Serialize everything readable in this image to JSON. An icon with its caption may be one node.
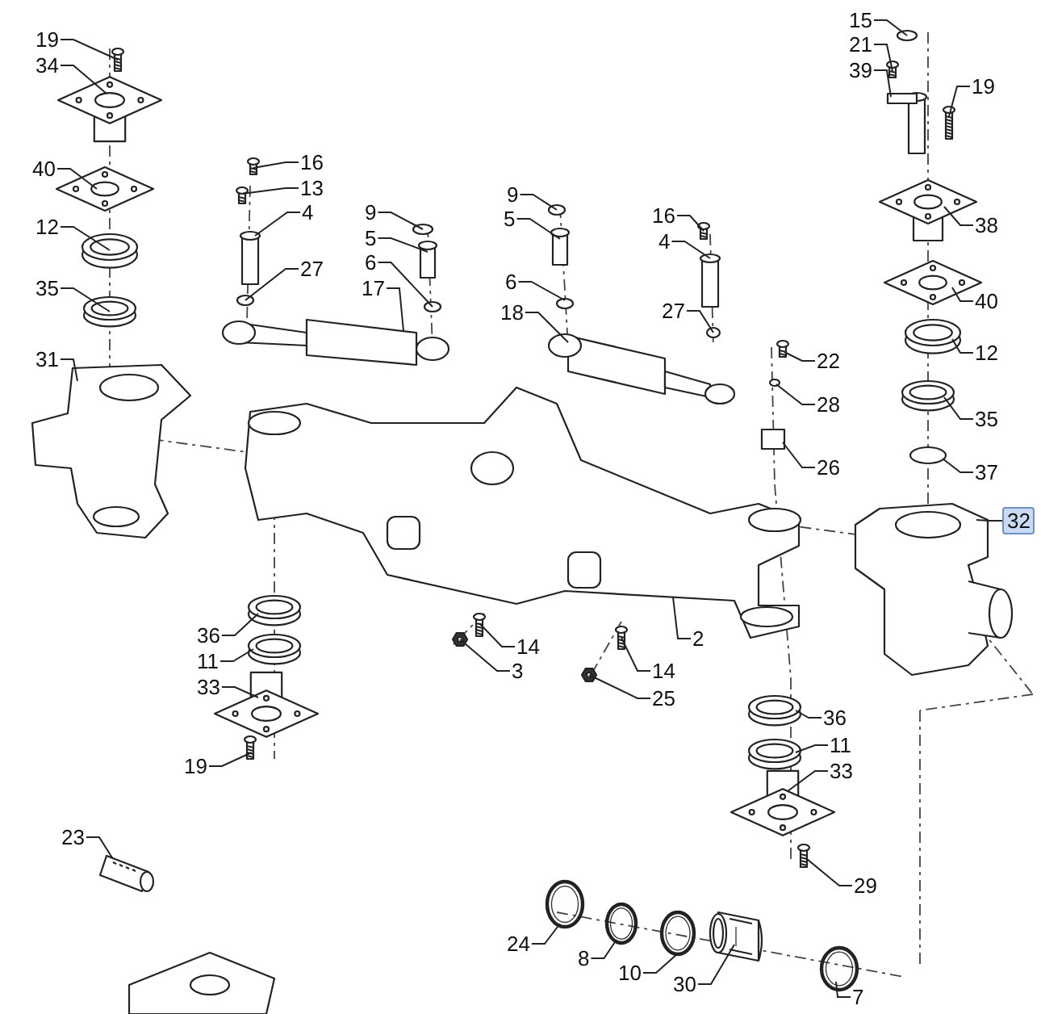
{
  "diagram": {
    "nodes": [
      {
        "text": [
          "19"
        ]
      },
      {
        "text": [
          "34"
        ]
      },
      {
        "text": [
          "40"
        ]
      },
      {
        "text": [
          "12"
        ]
      },
      {
        "text": [
          "35"
        ]
      },
      {
        "text": [
          "31"
        ]
      },
      {
        "text": [
          "16"
        ]
      },
      {
        "text": [
          "13"
        ]
      },
      {
        "text": [
          "4"
        ]
      },
      {
        "text": [
          "27"
        ]
      },
      {
        "text": [
          "9"
        ]
      },
      {
        "text": [
          "5"
        ]
      },
      {
        "text": [
          "6"
        ]
      },
      {
        "text": [
          "17"
        ]
      },
      {
        "text": [
          "9"
        ]
      },
      {
        "text": [
          "5"
        ]
      },
      {
        "text": [
          "6"
        ]
      },
      {
        "text": [
          "18"
        ]
      },
      {
        "text": [
          "16"
        ]
      },
      {
        "text": [
          "4"
        ]
      },
      {
        "text": [
          "27"
        ]
      },
      {
        "text": [
          "15"
        ]
      },
      {
        "text": [
          "21"
        ]
      },
      {
        "text": [
          "39"
        ]
      },
      {
        "text": [
          "19"
        ]
      },
      {
        "text": [
          "38"
        ]
      },
      {
        "text": [
          "40"
        ]
      },
      {
        "text": [
          "12"
        ]
      },
      {
        "text": [
          "22"
        ]
      },
      {
        "text": [
          "28"
        ]
      },
      {
        "text": [
          "35"
        ]
      },
      {
        "text": [
          "26"
        ]
      },
      {
        "text": [
          "37"
        ]
      },
      {
        "text": [
          "32"
        ]
      },
      {
        "text": [
          "2"
        ]
      },
      {
        "text": [
          "14"
        ]
      },
      {
        "text": [
          "3"
        ]
      },
      {
        "text": [
          "14"
        ]
      },
      {
        "text": [
          "25"
        ]
      },
      {
        "text": [
          "36"
        ]
      },
      {
        "text": [
          "11"
        ]
      },
      {
        "text": [
          "33"
        ]
      },
      {
        "text": [
          "19"
        ]
      },
      {
        "text": [
          "23"
        ]
      },
      {
        "text": [
          "36"
        ]
      },
      {
        "text": [
          "11"
        ]
      },
      {
        "text": [
          "33"
        ]
      },
      {
        "text": [
          "29"
        ]
      },
      {
        "text": [
          "24"
        ]
      },
      {
        "text": [
          "8"
        ]
      },
      {
        "text": [
          "10"
        ]
      },
      {
        "text": [
          "30"
        ]
      },
      {
        "text": [
          "7"
        ]
      },
      {
        "text": [],
        "shape": "picture"
      },
      {
        "text": [],
        "shape": "picture"
      },
      {
        "text": [],
        "shape": "picture"
      },
      {
        "text": [],
        "shape": "ring"
      },
      {
        "text": [],
        "shape": "ring"
      },
      {
        "text": [],
        "shape": "picture"
      },
      {
        "text": [],
        "shape": "picture"
      },
      {
        "text": [],
        "shape": "picture"
      },
      {
        "text": [],
        "shape": "cylinder"
      },
      {
        "text": [],
        "shape": "circle"
      },
      {
        "text": [],
        "shape": "circle"
      },
      {
        "text": [],
        "shape": "cylinder"
      },
      {
        "text": [],
        "shape": "circle"
      },
      {
        "text": [],
        "shape": "picture"
      },
      {
        "text": [],
        "shape": "circle"
      },
      {
        "text": [],
        "shape": "cylinder"
      },
      {
        "text": [],
        "shape": "circle"
      },
      {
        "text": [],
        "shape": "picture"
      },
      {
        "text": [],
        "shape": "picture"
      },
      {
        "text": [],
        "shape": "cylinder"
      },
      {
        "text": [],
        "shape": "circle"
      },
      {
        "text": [],
        "shape": "circle"
      },
      {
        "text": [],
        "shape": "picture"
      },
      {
        "text": [],
        "shape": "picture"
      },
      {
        "text": [],
        "shape": "picture"
      },
      {
        "text": [],
        "shape": "picture"
      },
      {
        "text": [],
        "shape": "picture"
      },
      {
        "text": [],
        "shape": "ring"
      },
      {
        "text": [],
        "shape": "picture"
      },
      {
        "text": [],
        "shape": "circle"
      },
      {
        "text": [],
        "shape": "ring"
      },
      {
        "text": [],
        "shape": "box"
      },
      {
        "text": [],
        "shape": "circle"
      },
      {
        "text": [],
        "shape": "picture"
      },
      {
        "text": [],
        "shape": "picture"
      },
      {
        "text": [],
        "shape": "picture"
      },
      {
        "text": [],
        "shape": "picture"
      },
      {
        "text": [],
        "shape": "picture"
      },
      {
        "text": [],
        "shape": "picture"
      },
      {
        "text": [],
        "shape": "ring"
      },
      {
        "text": [],
        "shape": "ring"
      },
      {
        "text": [],
        "shape": "picture"
      },
      {
        "text": [],
        "shape": "picture"
      },
      {
        "text": [],
        "shape": "picture"
      },
      {
        "text": [],
        "shape": "ring"
      },
      {
        "text": [],
        "shape": "ring"
      },
      {
        "text": [],
        "shape": "picture"
      },
      {
        "text": [],
        "shape": "picture"
      },
      {
        "text": [],
        "shape": "ring"
      },
      {
        "text": [],
        "shape": "ring"
      },
      {
        "text": [],
        "shape": "ring"
      },
      {
        "text": [],
        "shape": "picture"
      },
      {
        "text": [],
        "shape": "ring"
      }
    ],
    "edges": [
      {
        "from": 0,
        "to": 53,
        "arrow": "none"
      },
      {
        "from": 1,
        "to": 54,
        "arrow": "none"
      },
      {
        "from": 2,
        "to": 55,
        "arrow": "none"
      },
      {
        "from": 3,
        "to": 56,
        "arrow": "none"
      },
      {
        "from": 4,
        "to": 57,
        "arrow": "none"
      },
      {
        "from": 5,
        "to": 58,
        "arrow": "none"
      },
      {
        "from": 6,
        "to": 59,
        "arrow": "none"
      },
      {
        "from": 7,
        "to": 60,
        "arrow": "none"
      },
      {
        "from": 8,
        "to": 61,
        "arrow": "none"
      },
      {
        "from": 9,
        "to": 62,
        "arrow": "none"
      },
      {
        "from": 10,
        "to": 63,
        "arrow": "none"
      },
      {
        "from": 11,
        "to": 64,
        "arrow": "none"
      },
      {
        "from": 12,
        "to": 65,
        "arrow": "none"
      },
      {
        "from": 13,
        "to": 66,
        "arrow": "none"
      },
      {
        "from": 14,
        "to": 67,
        "arrow": "none"
      },
      {
        "from": 15,
        "to": 68,
        "arrow": "none"
      },
      {
        "from": 16,
        "to": 69,
        "arrow": "none"
      },
      {
        "from": 17,
        "to": 70,
        "arrow": "none"
      },
      {
        "from": 18,
        "to": 71,
        "arrow": "none"
      },
      {
        "from": 19,
        "to": 72,
        "arrow": "none"
      },
      {
        "from": 20,
        "to": 73,
        "arrow": "none"
      },
      {
        "from": 21,
        "to": 74,
        "arrow": "none"
      },
      {
        "from": 22,
        "to": 75,
        "arrow": "none"
      },
      {
        "from": 23,
        "to": 76,
        "arrow": "none"
      },
      {
        "from": 24,
        "to": 77,
        "arrow": "none"
      },
      {
        "from": 25,
        "to": 78,
        "arrow": "none"
      },
      {
        "from": 26,
        "to": 79,
        "arrow": "none"
      },
      {
        "from": 27,
        "to": 80,
        "arrow": "none"
      },
      {
        "from": 28,
        "to": 81,
        "arrow": "none"
      },
      {
        "from": 29,
        "to": 82,
        "arrow": "none"
      },
      {
        "from": 30,
        "to": 83,
        "arrow": "none"
      },
      {
        "from": 31,
        "to": 84,
        "arrow": "none"
      },
      {
        "from": 32,
        "to": 85,
        "arrow": "none"
      },
      {
        "from": 33,
        "to": 86,
        "arrow": "none"
      },
      {
        "from": 34,
        "to": 87,
        "arrow": "none"
      },
      {
        "from": 35,
        "to": 88,
        "arrow": "none"
      },
      {
        "from": 36,
        "to": 89,
        "arrow": "none"
      },
      {
        "from": 37,
        "to": 90,
        "arrow": "none"
      },
      {
        "from": 38,
        "to": 91,
        "arrow": "none"
      },
      {
        "from": 39,
        "to": 92,
        "arrow": "none"
      },
      {
        "from": 40,
        "to": 93,
        "arrow": "none"
      },
      {
        "from": 41,
        "to": 94,
        "arrow": "none"
      },
      {
        "from": 42,
        "to": 95,
        "arrow": "none"
      },
      {
        "from": 43,
        "to": 96,
        "arrow": "none"
      },
      {
        "from": 44,
        "to": 97,
        "arrow": "none"
      },
      {
        "from": 45,
        "to": 98,
        "arrow": "none"
      },
      {
        "from": 46,
        "to": 99,
        "arrow": "none"
      },
      {
        "from": 47,
        "to": 100,
        "arrow": "none"
      },
      {
        "from": 48,
        "to": 101,
        "arrow": "none"
      },
      {
        "from": 49,
        "to": 102,
        "arrow": "none"
      },
      {
        "from": 50,
        "to": 103,
        "arrow": "none"
      },
      {
        "from": 51,
        "to": 104,
        "arrow": "none"
      },
      {
        "from": 52,
        "to": 105,
        "arrow": "none"
      }
    ]
  }
}
